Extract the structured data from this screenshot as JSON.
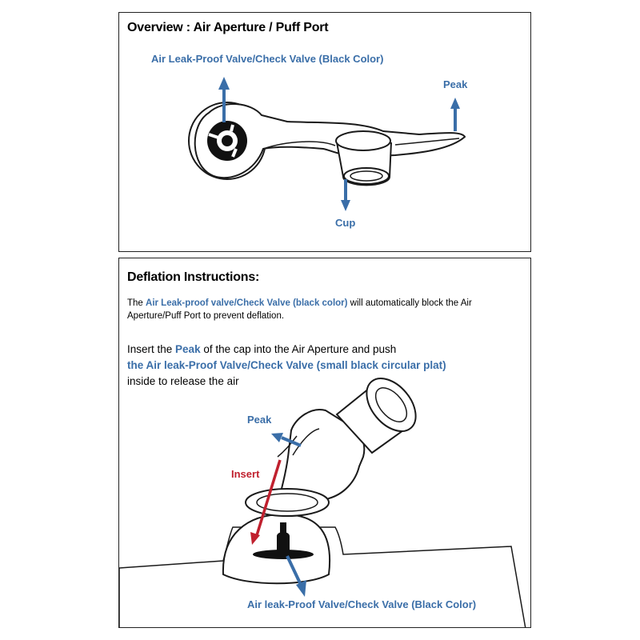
{
  "overview": {
    "title": "Overview : Air Aperture / Puff Port",
    "labels": {
      "valve": "Air Leak-Proof Valve/Check Valve (Black Color)",
      "peak": "Peak",
      "cup": "Cup"
    }
  },
  "deflation": {
    "title": "Deflation Instructions:",
    "para1": {
      "pre": "The ",
      "highlight": "Air Leak-proof valve/Check Valve (black color)",
      "post": " will automatically block the Air Aperture/Puff Port to prevent deflation."
    },
    "para2": {
      "pre": "Insert the ",
      "highlight1": "Peak",
      "mid": " of the cap into the Air Aperture and push",
      "highlight2": "the Air leak-Proof Valve/Check Valve (small black circular plat)",
      "post": "inside to release the air"
    },
    "labels": {
      "peak": "Peak",
      "insert": "Insert",
      "valve": "Air leak-Proof Valve/Check Valve (Black Color)"
    }
  },
  "colors": {
    "accent_blue": "#3a6ea8",
    "accent_red": "#c0202e",
    "outline": "#1a1a1a"
  }
}
